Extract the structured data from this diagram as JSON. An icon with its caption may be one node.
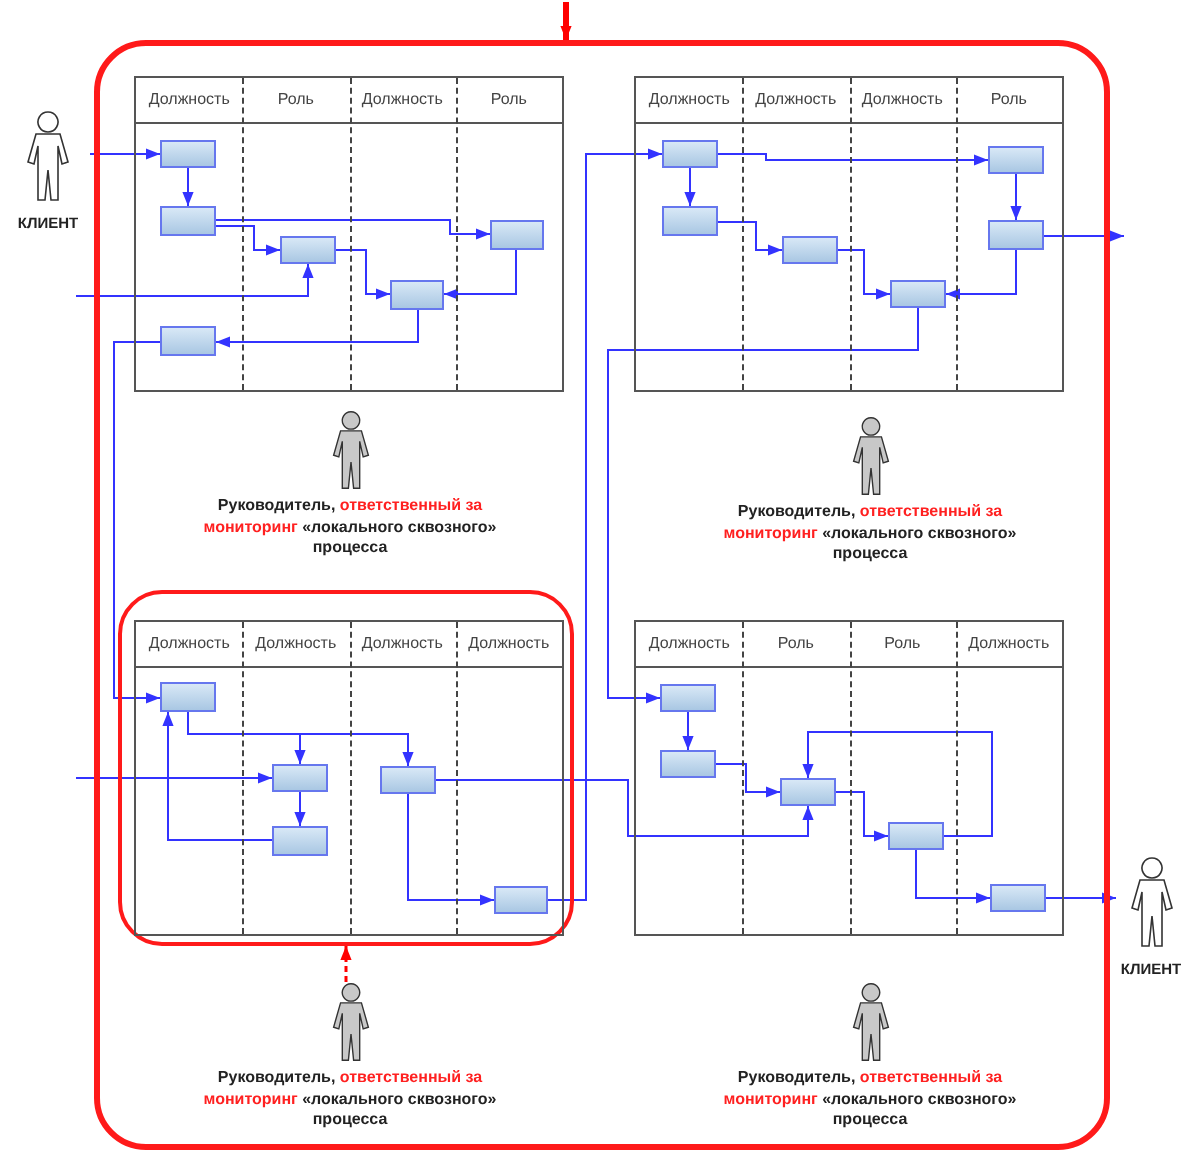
{
  "diagram": {
    "nodes": [
      {
        "text": [],
        "shape": "box"
      },
      {
        "text": [
          "КЛИЕНТ"
        ]
      },
      {
        "text": [
          "Должность",
          "Роль",
          "Должность",
          "Роль"
        ],
        "in": 0
      },
      {
        "text": [],
        "shape": "box",
        "in": 2
      },
      {
        "text": [],
        "shape": "box",
        "in": 2
      },
      {
        "text": [],
        "shape": "box",
        "in": 2
      },
      {
        "text": [],
        "shape": "box",
        "in": 2
      },
      {
        "text": [],
        "shape": "box",
        "in": 2
      },
      {
        "text": [],
        "shape": "box",
        "in": 2
      },
      {
        "text": [
          "Должность",
          "Должность",
          "Должность",
          "Роль"
        ],
        "in": 0
      },
      {
        "text": [],
        "shape": "box",
        "in": 9
      },
      {
        "text": [],
        "shape": "box",
        "in": 9
      },
      {
        "text": [],
        "shape": "box",
        "in": 9
      },
      {
        "text": [],
        "shape": "box",
        "in": 9
      },
      {
        "text": [],
        "shape": "box",
        "in": 9
      },
      {
        "text": [],
        "shape": "box",
        "in": 9
      },
      {
        "text": [
          "Руководитель, **ответственный за мониторинг** «локального сквозного» процесса"
        ],
        "in": 0
      },
      {
        "text": [
          "Руководитель, **ответственный за мониторинг** «локального сквозного» процесса"
        ],
        "in": 0
      },
      {
        "text": [],
        "shape": "box",
        "in": 0
      },
      {
        "text": [
          "Должность",
          "Должность",
          "Должность",
          "Должность"
        ],
        "in": 18
      },
      {
        "text": [],
        "shape": "box",
        "in": 19
      },
      {
        "text": [],
        "shape": "box",
        "in": 19
      },
      {
        "text": [],
        "shape": "box",
        "in": 19
      },
      {
        "text": [],
        "shape": "box",
        "in": 19
      },
      {
        "text": [],
        "shape": "box",
        "in": 19
      },
      {
        "text": [
          "Должность",
          "Роль",
          "Роль",
          "Должность"
        ],
        "in": 0
      },
      {
        "text": [],
        "shape": "box",
        "in": 25
      },
      {
        "text": [],
        "shape": "box",
        "in": 25
      },
      {
        "text": [],
        "shape": "box",
        "in": 25
      },
      {
        "text": [],
        "shape": "box",
        "in": 25
      },
      {
        "text": [],
        "shape": "box",
        "in": 25
      },
      {
        "text": [
          "КЛИЕНТ"
        ]
      },
      {
        "text": [
          "Руководитель, **ответственный за мониторинг** «локального сквозного» процесса"
        ],
        "in": 0
      },
      {
        "text": [
          "Руководитель, **ответственный за мониторинг** «локального сквозного» процесса"
        ],
        "in": 0
      }
    ],
    "edges": [
      {
        "from": null,
        "to": 0,
        "arrow": "to",
        "style": "thick",
        "color": "#ff0000"
      },
      {
        "from": 1,
        "to": 3,
        "arrow": "to"
      },
      {
        "from": 3,
        "to": 4,
        "arrow": "to"
      },
      {
        "from": 4,
        "to": 5,
        "arrow": "to"
      },
      {
        "from": 4,
        "to": 6,
        "arrow": "to"
      },
      {
        "from": 6,
        "to": 7,
        "arrow": "to"
      },
      {
        "from": 5,
        "to": 7,
        "arrow": "to"
      },
      {
        "from": null,
        "to": 5,
        "arrow": "to"
      },
      {
        "from": 7,
        "to": 8,
        "arrow": "to"
      },
      {
        "from": 8,
        "to": 20,
        "arrow": "to"
      },
      {
        "from": 24,
        "to": 10,
        "arrow": "to"
      },
      {
        "from": 10,
        "to": 11,
        "arrow": "to"
      },
      {
        "from": 10,
        "to": 13,
        "arrow": "to"
      },
      {
        "from": 13,
        "to": 14,
        "arrow": "to"
      },
      {
        "from": 11,
        "to": 12,
        "arrow": "to"
      },
      {
        "from": 12,
        "to": 15,
        "arrow": "to"
      },
      {
        "from": 14,
        "to": 15,
        "arrow": "to"
      },
      {
        "from": 14,
        "to": null,
        "arrow": "to"
      },
      {
        "from": 15,
        "to": 26,
        "arrow": "to"
      },
      {
        "from": 20,
        "to": 21,
        "arrow": "to"
      },
      {
        "from": 20,
        "to": 23,
        "arrow": "to"
      },
      {
        "from": null,
        "to": 21,
        "arrow": "to"
      },
      {
        "from": 21,
        "to": 22,
        "arrow": "to"
      },
      {
        "from": 22,
        "to": 20,
        "arrow": "to"
      },
      {
        "from": 23,
        "to": 24,
        "arrow": "to"
      },
      {
        "from": 23,
        "to": 28,
        "arrow": "to"
      },
      {
        "from": 26,
        "to": 27,
        "arrow": "to"
      },
      {
        "from": 27,
        "to": 28,
        "arrow": "to"
      },
      {
        "from": 28,
        "to": 29,
        "arrow": "to"
      },
      {
        "from": 29,
        "to": 28,
        "arrow": "to"
      },
      {
        "from": 29,
        "to": 30,
        "arrow": "to"
      },
      {
        "from": 30,
        "to": 31,
        "arrow": "to"
      },
      {
        "from": 32,
        "to": 18,
        "arrow": "to",
        "style": "dashed",
        "color": "#ff0000"
      }
    ]
  }
}
